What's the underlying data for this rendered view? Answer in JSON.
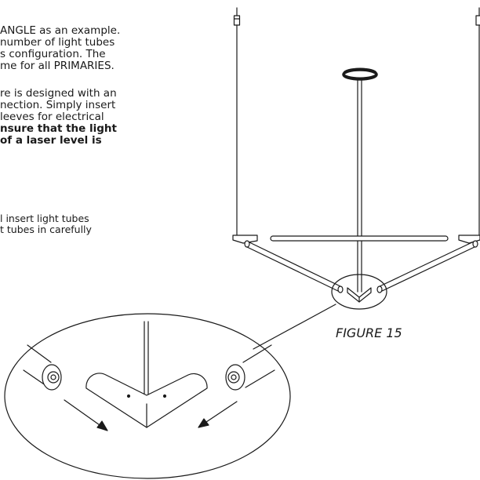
{
  "instructions": {
    "paragraph_1": [
      "ANGLE as an example.",
      "number of light tubes",
      "s configuration. The",
      "me for all PRIMARIES."
    ],
    "paragraph_2": [
      "re is designed with an",
      "nection. Simply insert",
      "leeves for electrical"
    ],
    "paragraph_2_bold": [
      "nsure that the light",
      "of a laser level is"
    ],
    "paragraph_3": [
      "l insert light tubes",
      "t tubes in carefully"
    ]
  },
  "figure": {
    "caption": "FIGURE 15"
  },
  "colors": {
    "line": "#1a1a1a",
    "background": "#ffffff"
  }
}
